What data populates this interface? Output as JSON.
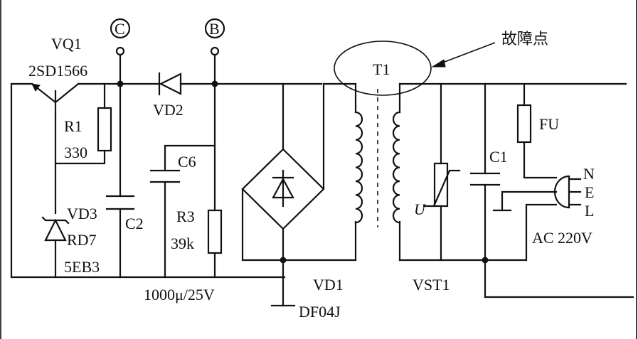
{
  "labels": {
    "vq1": "VQ1",
    "vq1_part": "2SD1566",
    "node_c": "C",
    "node_b": "B",
    "vd2": "VD2",
    "r1": "R1",
    "r1_value": "330",
    "c6": "C6",
    "vd3": "VD3",
    "rd7": "RD7",
    "vd3_part": "5EB3",
    "c2": "C2",
    "r3": "R3",
    "r3_value": "39k",
    "c_value": "1000μ/25V",
    "t1": "T1",
    "fault_point": "故障点",
    "vd1": "VD1",
    "vd1_part": "DF04J",
    "vst1": "VST1",
    "c1": "C1",
    "varistor_u": "U",
    "fu": "FU",
    "plug_n": "N",
    "plug_e": "E",
    "plug_l": "L",
    "ac_supply": "AC 220V"
  }
}
